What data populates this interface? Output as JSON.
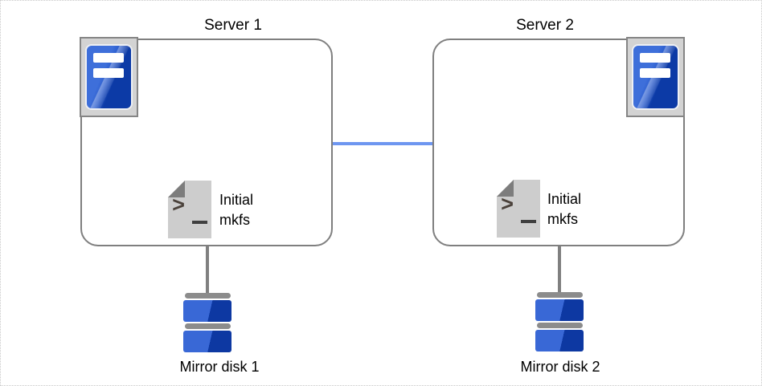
{
  "servers": [
    {
      "title": "Server 1",
      "script": {
        "line1": "Initial",
        "line2": "mkfs"
      },
      "disk_label": "Mirror disk 1"
    },
    {
      "title": "Server 2",
      "script": {
        "line1": "Initial",
        "line2": "mkfs"
      },
      "disk_label": "Mirror disk 2"
    }
  ],
  "icons": {
    "server_icon": "server-tower",
    "script_icon": "terminal-script-file",
    "disk_icon": "mirror-disk-stack",
    "prompt_char": ">"
  },
  "colors": {
    "interconnect_line": "#6e96f0",
    "icon_blue_light": "#3968d6",
    "icon_blue_dark": "#0d38a2",
    "box_border": "#7f7f7f",
    "icon_plate_gray": "#d3d3d3",
    "disk_bar_gray": "#8c8c8c",
    "document_gray": "#cdcdcd",
    "connector_gray": "#808080",
    "text": "#000000"
  }
}
